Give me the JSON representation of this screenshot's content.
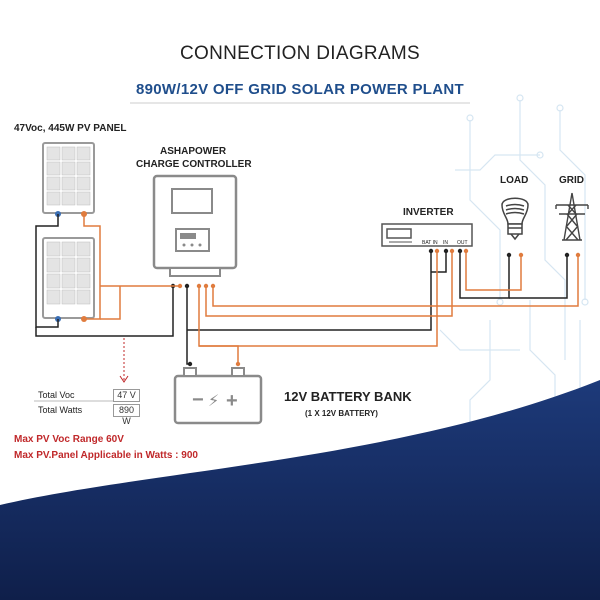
{
  "title": "CONNECTION DIAGRAMS",
  "subtitle": "890W/12V OFF GRID SOLAR POWER PLANT",
  "pv_panel_label": "47Voc, 445W PV  PANEL",
  "controller_label_1": "ASHAPOWER",
  "controller_label_2": "CHARGE CONTROLLER",
  "inverter_label": "INVERTER",
  "inverter_terminals": [
    "BAT IN",
    "IN",
    "OUT"
  ],
  "load_label": "LOAD",
  "grid_label": "GRID",
  "battery_title": "12V BATTERY BANK",
  "battery_subtitle": "(1 X 12V  BATTERY)",
  "battery_symbols": [
    "−",
    "⚡",
    "+"
  ],
  "totals": [
    {
      "label": "Total Voc",
      "value": "47 V"
    },
    {
      "label": "Total Watts",
      "value": "890 W"
    }
  ],
  "notes": [
    "Max PV Voc Range 60V",
    "Max PV.Panel Applicable in Watts : 900"
  ],
  "colors": {
    "orange_wire": "#e07c3e",
    "black_wire": "#222222",
    "title_blue": "#1f4e8c",
    "note_red": "#c0282a",
    "navy": "#14285a"
  },
  "icons": [
    "solar-panel-icon",
    "charge-controller-icon",
    "battery-icon",
    "inverter-icon",
    "bulb-icon",
    "tower-icon"
  ]
}
